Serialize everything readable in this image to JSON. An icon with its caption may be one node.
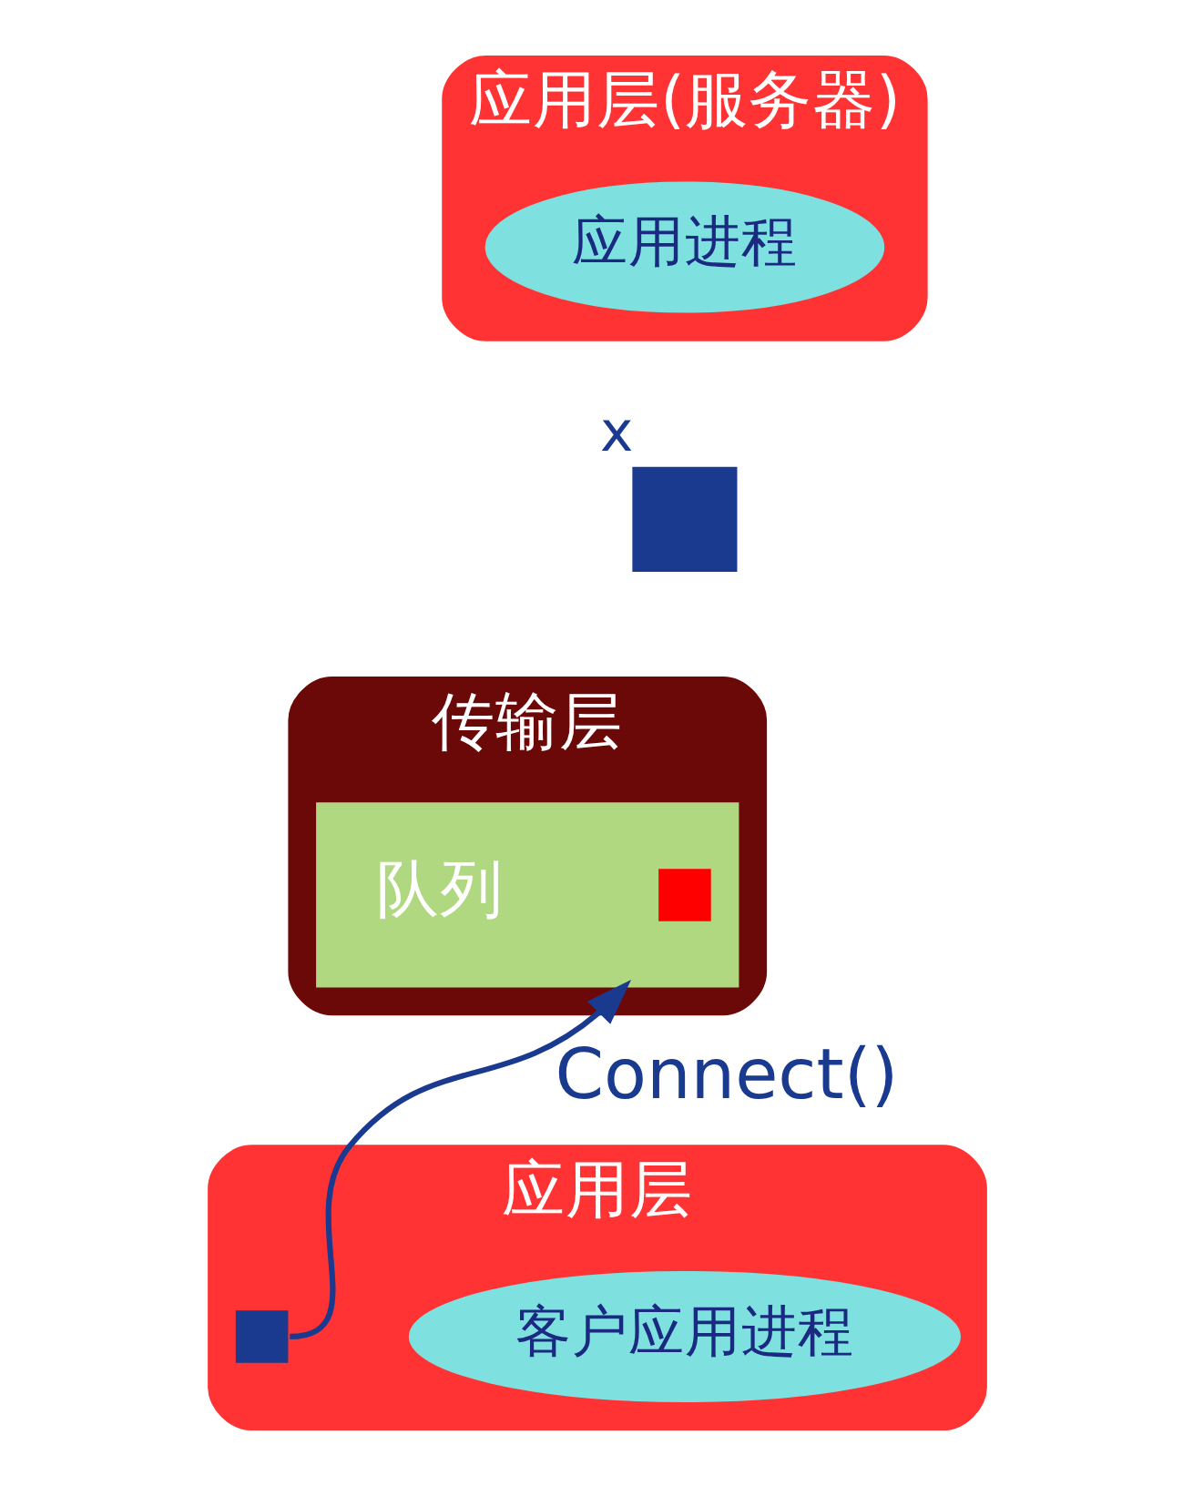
{
  "diagram": {
    "nodes": [
      {
        "text": [
          "应用层(服务器)"
        ]
      },
      {
        "text": [
          "应用进程"
        ],
        "in": 0
      },
      {
        "text": [],
        "shape": "box",
        "beside": [
          "x"
        ]
      },
      {
        "text": [
          "传输层"
        ]
      },
      {
        "text": [],
        "shape": "bar",
        "in": 3,
        "beside": [
          "队列"
        ]
      },
      {
        "text": [],
        "shape": "box",
        "in": 4
      },
      {
        "text": [
          "应用层"
        ]
      },
      {
        "text": [
          "客户应用进程"
        ],
        "in": 6
      },
      {
        "text": [],
        "shape": "box",
        "in": 6
      }
    ],
    "edges": [
      {
        "from": 8,
        "to": 4,
        "arrow": "to",
        "label": "Connect()"
      }
    ]
  }
}
